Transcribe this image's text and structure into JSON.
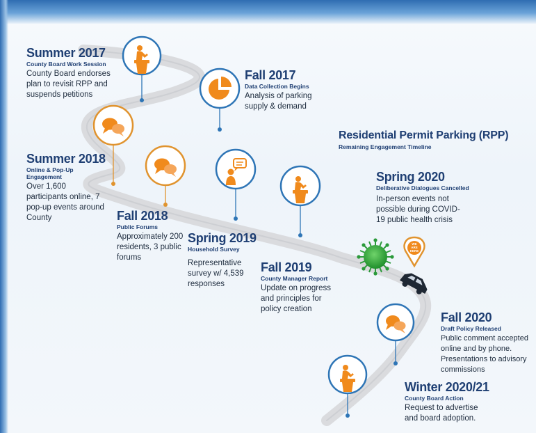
{
  "header": {
    "title": "Residential Permit Parking (RPP)",
    "subtitle": "Remaining Engagement Timeline"
  },
  "milestones": [
    {
      "period": "Summer 2017",
      "event": "County Board Work Session",
      "description": "County Board endorses plan to revisit RPP and suspends petitions",
      "icon": "podium-icon"
    },
    {
      "period": "Fall 2017",
      "event": "Data Collection Begins",
      "description": "Analysis of parking supply & demand",
      "icon": "pie-chart-icon"
    },
    {
      "period": "Summer 2018",
      "event": "Online & Pop-Up Engagement",
      "description": "Over 1,600 participants online, 7 pop-up events around County",
      "icon": "chat-bubbles-icon"
    },
    {
      "period": "Fall 2018",
      "event": "Public Forums",
      "description": "Approximately 200 residents, 3 public forums",
      "icon": "chat-bubbles-icon"
    },
    {
      "period": "Spring 2019",
      "event": "Household Survey",
      "description": "Representative survey w/ 4,539 responses",
      "icon": "survey-person-icon"
    },
    {
      "period": "Fall 2019",
      "event": "County Manager Report",
      "description": "Update on progress and principles for policy creation",
      "icon": "podium-icon"
    },
    {
      "period": "Spring 2020",
      "event": "Deliberative Dialogues Cancelled",
      "description": "In-person events not possible during COVID-19 public health crisis",
      "icon": "virus-icon"
    },
    {
      "period": "Fall 2020",
      "event": "Draft Policy Released",
      "description": "Public comment accepted online and by phone. Presentations to advisory commissions",
      "icon": "chat-bubbles-icon"
    },
    {
      "period": "Winter 2020/21",
      "event": "County Board Action",
      "description": "Request to advertise and board adoption.",
      "icon": "podium-icon"
    }
  ],
  "marker": {
    "label_line1": "WE",
    "label_line2": "ARE",
    "label_line3": "HERE"
  },
  "colors": {
    "heading": "#1f3f73",
    "blue_ring": "#2e75b6",
    "orange_ring": "#e0932e",
    "icon_orange": "#f08a1c",
    "road": "#d9dadc",
    "virus": "#39b54a"
  }
}
